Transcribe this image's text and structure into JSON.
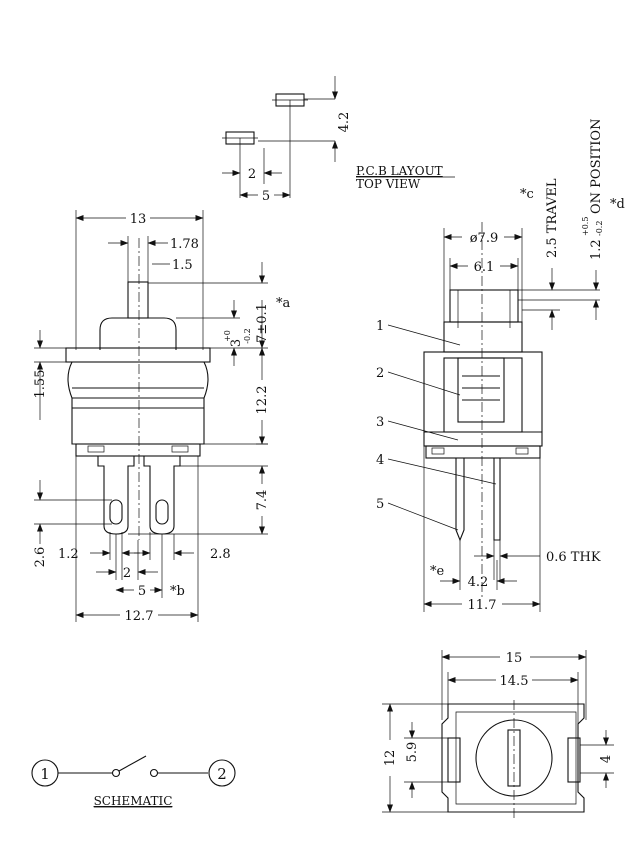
{
  "pcb": {
    "title": "P.C.B LAYOUT",
    "subtitle": "TOP VIEW",
    "dims": {
      "d4_2": "4.2",
      "d2": "2",
      "d5": "5"
    }
  },
  "front": {
    "dims": {
      "d13": "13",
      "d1_78": "1.78",
      "d1_5": "1.5",
      "d7": "7±0.1",
      "d3": "3",
      "d3_tol_up": "+0",
      "d3_tol_dn": "-0.2",
      "d1_55": "1.55",
      "d12_2": "12.2",
      "d7_4": "7.4",
      "d2_6": "2.6",
      "d1_2": "1.2",
      "d2_8": "2.8",
      "d2": "2",
      "d5": "5",
      "d12_7": "12.7"
    },
    "notes": {
      "a": "*a",
      "b": "*b"
    }
  },
  "side": {
    "dims": {
      "phi": "ø7.9",
      "d6_1": "6.1",
      "d11_7": "11.7",
      "d4_2": "4.2",
      "thk": "0.6  THK",
      "travel": "2.5  TRAVEL",
      "on_pos_val": "1.2",
      "on_pos_up": "+0.5",
      "on_pos_dn": "-0.2",
      "on_pos_text": "ON POSITION"
    },
    "notes": {
      "c": "*c",
      "d": "*d",
      "e": "*e"
    },
    "callouts": [
      "1",
      "2",
      "3",
      "4",
      "5"
    ]
  },
  "bottom": {
    "dims": {
      "d15": "15",
      "d14_5": "14.5",
      "d12": "12",
      "d5_9": "5.9",
      "d4": "4"
    }
  },
  "schematic": {
    "label": "SCHEMATIC",
    "terminals": [
      "1",
      "2"
    ]
  }
}
